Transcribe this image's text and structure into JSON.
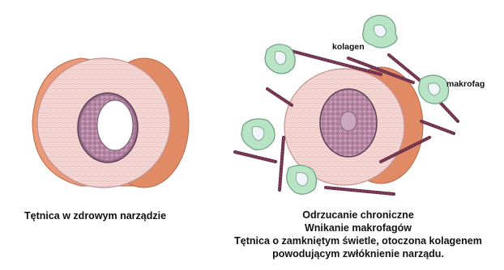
{
  "colors": {
    "artery_outer": "#ea9a78",
    "artery_outer_dark": "#d97f5b",
    "artery_wall": "#f6d9d6",
    "artery_wall_line": "#d7a9a8",
    "lumen": "#ffffff",
    "intima": "#b68aa4",
    "collagen": "#6b2f4a",
    "macrophage_body": "#b8e3c5",
    "macrophage_outline": "#6aa07d",
    "macrophage_nucleus": "#f2f4fb"
  },
  "left_panel": {
    "caption": "Tętnica w zdrowym narządzie"
  },
  "right_panel": {
    "label_collagen": "kolagen",
    "label_macrophage": "makrofag",
    "caption_lines": [
      "Odrzucanie chroniczne",
      "Wnikanie makrofagów",
      "Tętnica o zamkniętym świetle, otoczona kolagenem",
      "powodującym zwłóknienie narządu."
    ]
  }
}
